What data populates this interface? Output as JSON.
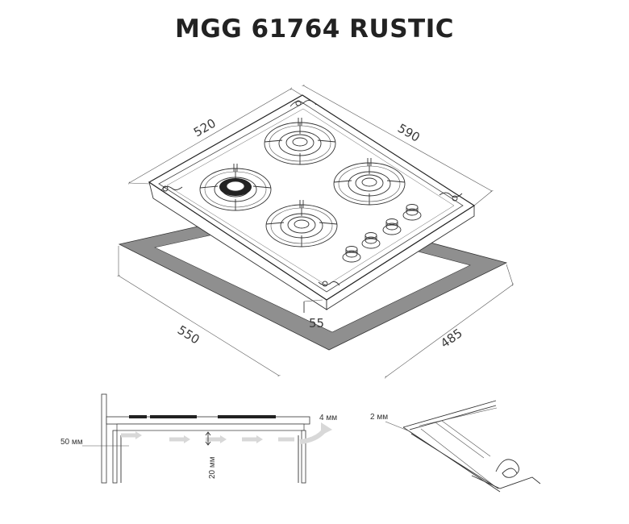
{
  "title": "MGG 61764 RUSTIC",
  "dimensions": {
    "depth": "520",
    "width": "590",
    "cutout_width": "550",
    "cutout_depth": "485",
    "height": "55"
  },
  "installation": {
    "wall_gap": "50 мм",
    "vent_gap": "20 мм",
    "edge_gap": "4 мм"
  },
  "seal_detail": {
    "gap": "2 мм"
  },
  "colors": {
    "cutout_gray": "#8f8f8f",
    "line": "#333333",
    "arrow": "#d8d8d8"
  }
}
